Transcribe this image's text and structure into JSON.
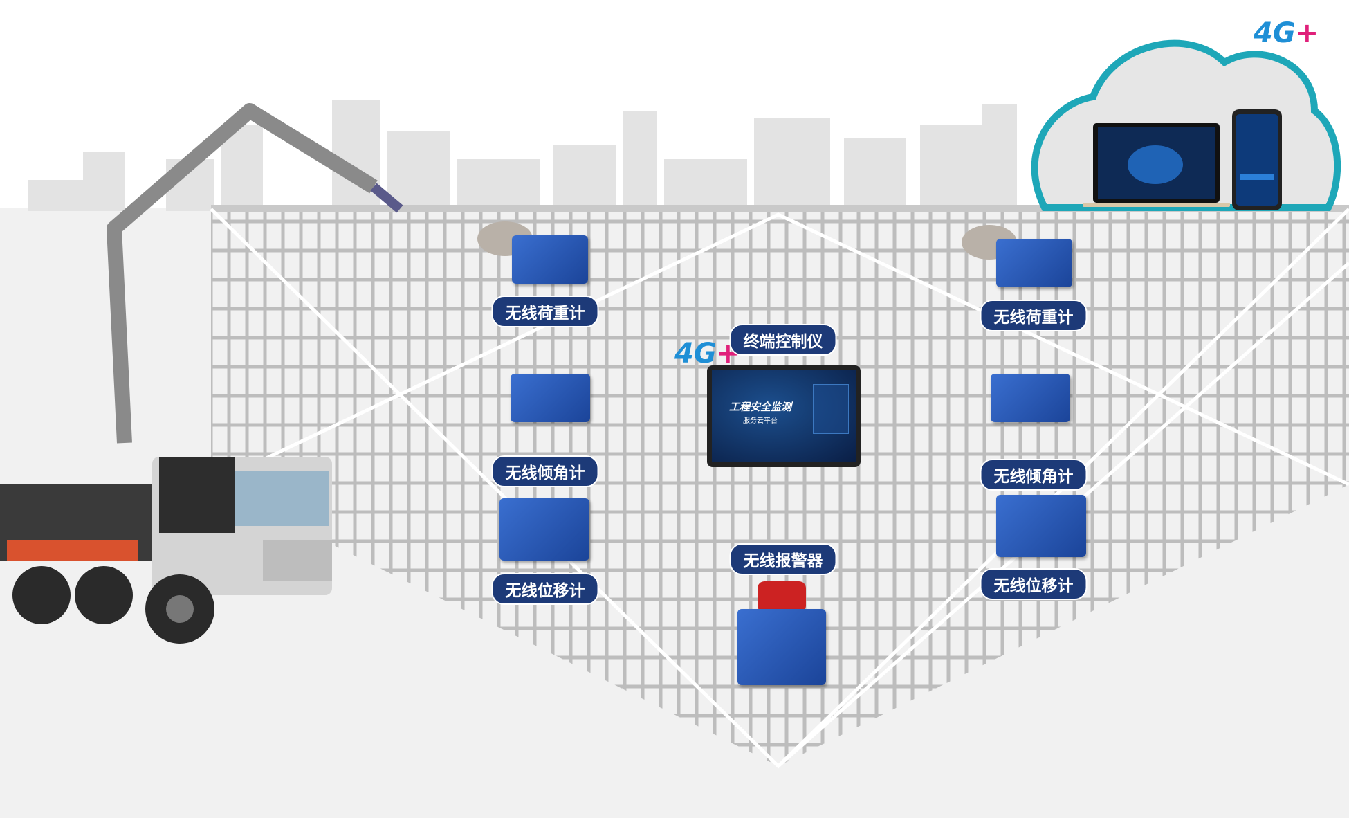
{
  "labels": {
    "load_left": "无线荷重计",
    "load_right": "无线荷重计",
    "terminal": "终端控制仪",
    "tilt_left": "无线倾角计",
    "tilt_right": "无线倾角计",
    "disp_left": "无线位移计",
    "disp_right": "无线位移计",
    "alarm": "无线报警器"
  },
  "network_badge": {
    "text": "4G",
    "plus": "+"
  },
  "screen": {
    "title": "工程安全监测",
    "subtitle": "服务云平台"
  },
  "colors": {
    "label_bg": "#1d3a78",
    "device_blue": "#2a5bbf",
    "cloud_stroke": "#1ea7b8",
    "grid": "#b8b8b8"
  }
}
